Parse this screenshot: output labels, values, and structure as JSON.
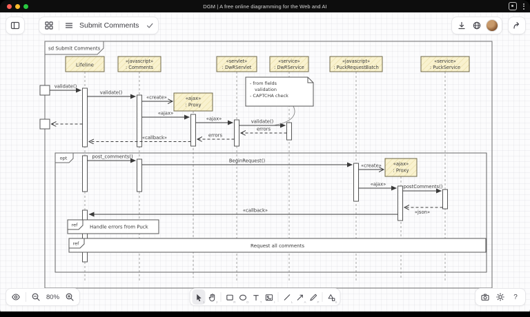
{
  "window": {
    "title": "DGM | A free online diagramming for the Web and AI"
  },
  "header": {
    "doc_title": "Submit Comments"
  },
  "zoom": {
    "level": "80%"
  },
  "help_label": "?",
  "tools": [
    {
      "id": "select",
      "shortcut": "1",
      "active": true
    },
    {
      "id": "hand",
      "shortcut": "2",
      "active": false
    },
    {
      "id": "rectangle",
      "shortcut": "R",
      "active": false
    },
    {
      "id": "ellipse",
      "shortcut": "O",
      "active": false
    },
    {
      "id": "text",
      "shortcut": "T",
      "active": false
    },
    {
      "id": "image",
      "shortcut": "I",
      "active": false
    },
    {
      "id": "line",
      "shortcut": "L",
      "active": false
    },
    {
      "id": "arrow",
      "shortcut": "A",
      "active": false
    },
    {
      "id": "pen",
      "shortcut": "P",
      "active": false
    },
    {
      "id": "shapes",
      "shortcut": "S",
      "active": false
    }
  ],
  "colors": {
    "box_fill": "#f9f2cf",
    "box_stroke": "#6e6749",
    "ink": "#3a3a3a",
    "traffic_red": "#ff5f57",
    "traffic_yellow": "#febc2e",
    "traffic_green": "#28c840"
  },
  "diagram": {
    "frame_label": "sd Submit Comments",
    "lifelines": [
      {
        "stereotype": "",
        "name": "Lifeline"
      },
      {
        "stereotype": "«javascript»",
        "name": ": Comments"
      },
      {
        "stereotype": "«servlet»",
        "name": ": DwRServlet"
      },
      {
        "stereotype": "«service»",
        "name": ": DwRService"
      },
      {
        "stereotype": "«javascript»",
        "name": ": PuckRequestBatch"
      },
      {
        "stereotype": "«service»",
        "name": ": PuckService"
      }
    ],
    "proxies": [
      {
        "stereotype": "«ajax»",
        "name": ": Proxy"
      },
      {
        "stereotype": "«ajax»",
        "name": ": Proxy"
      }
    ],
    "note": {
      "lines": [
        "- from fields",
        "validation",
        "- CAPTCHA check"
      ]
    },
    "messages": {
      "validate1": "validate()",
      "validate2": "validate()",
      "create1": "«create»",
      "ajax1": "«ajax»",
      "ajax2": "«ajax»",
      "validate3": "validate()",
      "errors1": "errors",
      "errors2": "errors",
      "callback1": "«callback»",
      "post_comments": "post_comments()",
      "begin_request": "BeginRequest()",
      "create2": "«create»",
      "ajax3": "«ajax»",
      "post_comments2": "postComments()",
      "json_return": "«json»",
      "callback2": "«callback»"
    },
    "fragments": {
      "opt": "opt",
      "ref": "ref",
      "ref1_text": "Handle errors from Puck",
      "ref2_text": "Request all comments"
    }
  }
}
